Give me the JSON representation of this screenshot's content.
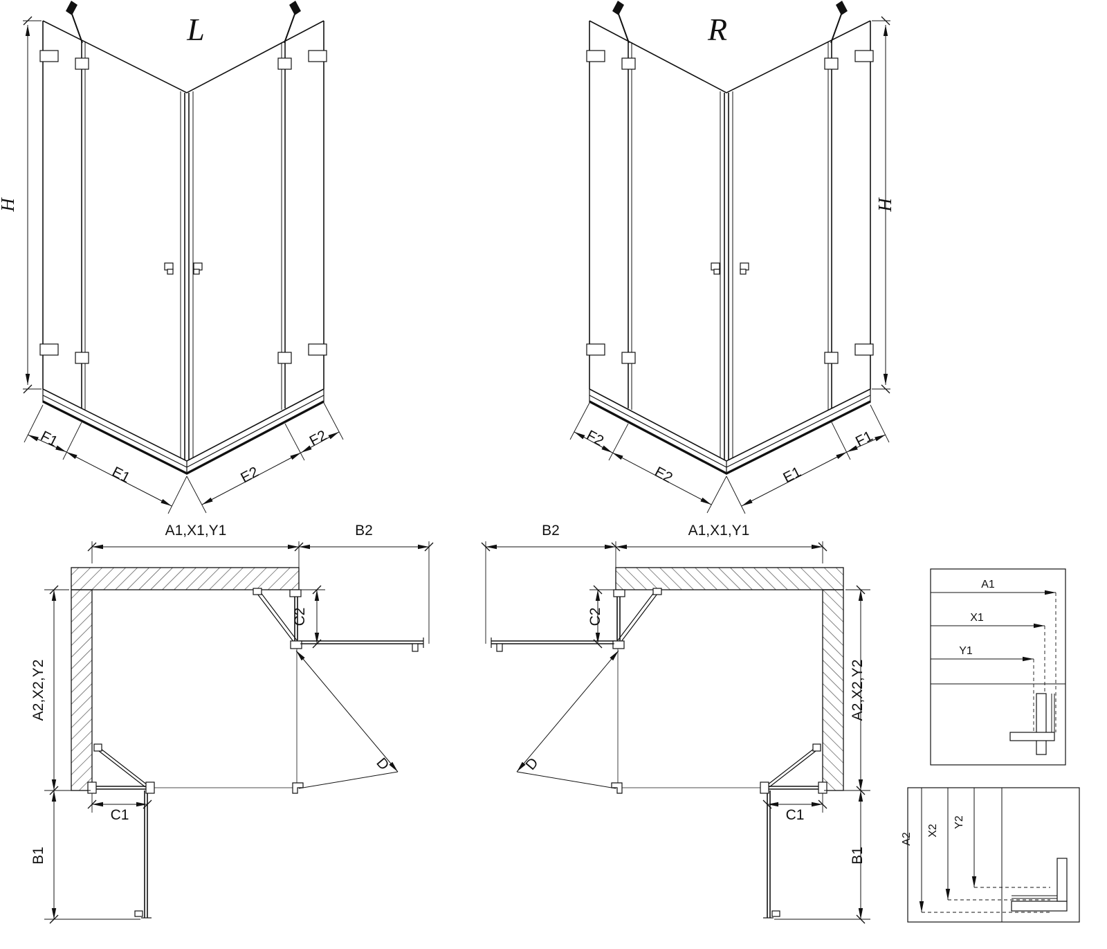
{
  "drawing": {
    "iso_left": {
      "variant_label": "L",
      "dim_h": "H",
      "dim_f1": "F1",
      "dim_e1": "E1",
      "dim_e2": "E2",
      "dim_f2": "F2"
    },
    "iso_right": {
      "variant_label": "R",
      "dim_h": "H",
      "dim_f1": "F1",
      "dim_e1": "E1",
      "dim_e2": "E2",
      "dim_f2": "F2"
    },
    "plan_left": {
      "dim_width_top": "A1,X1,Y1",
      "dim_b2": "B2",
      "dim_c2": "C2",
      "dim_depth_side": "A2,X2,Y2",
      "dim_c1": "C1",
      "dim_b1": "B1",
      "dim_d": "D"
    },
    "plan_right": {
      "dim_width_top": "A1,X1,Y1",
      "dim_b2": "B2",
      "dim_c2": "C2",
      "dim_depth_side": "A2,X2,Y2",
      "dim_c1": "C1",
      "dim_b1": "B1",
      "dim_d": "D"
    },
    "detail_top": {
      "dim_a1": "A1",
      "dim_x1": "X1",
      "dim_y1": "Y1"
    },
    "detail_bottom": {
      "dim_a2": "A2",
      "dim_x2": "X2",
      "dim_y2": "Y2"
    }
  },
  "colors": {
    "ink": "#111111",
    "background": "#ffffff"
  }
}
